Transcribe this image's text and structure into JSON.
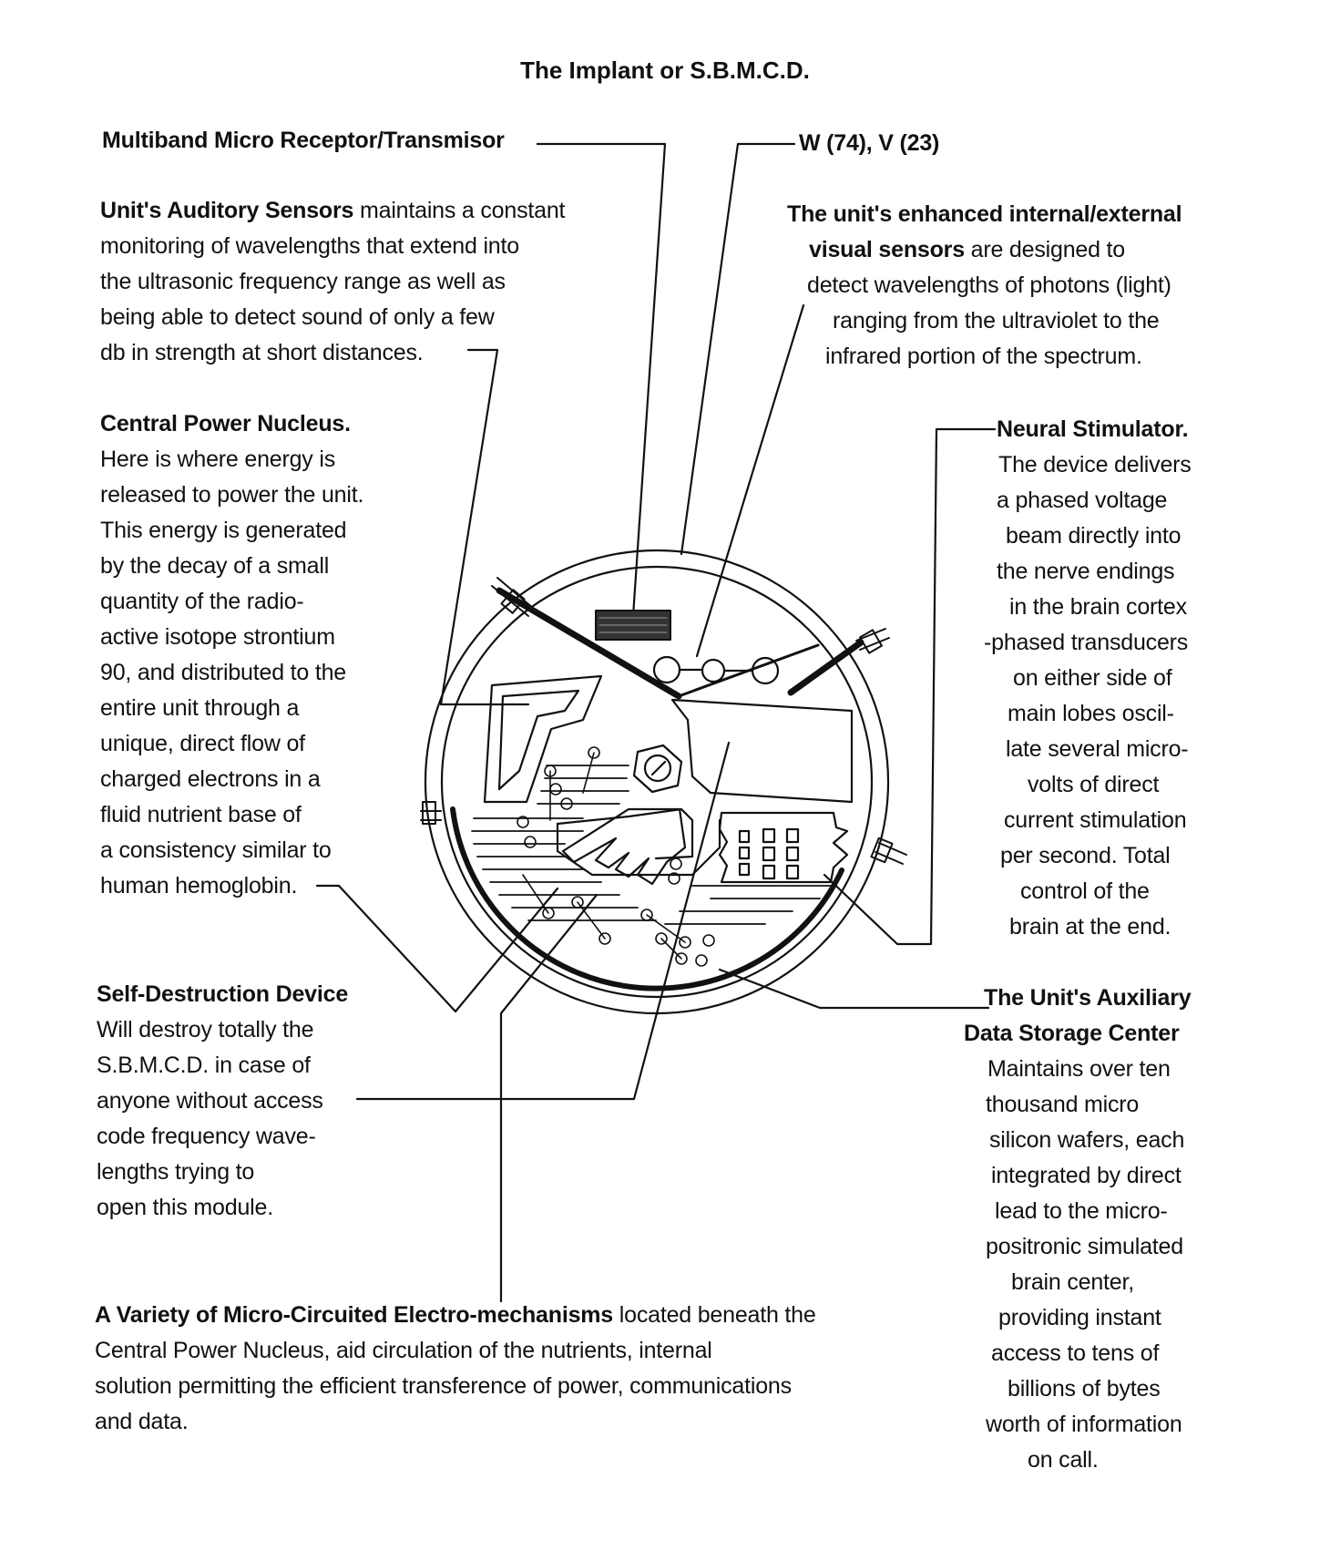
{
  "title": "The Implant or S.B.M.C.D.",
  "labels": {
    "receptor": {
      "title": "Multiband Micro Receptor/Transmisor"
    },
    "wv": {
      "title": "W (74), V (23)"
    },
    "auditory": {
      "title": "Unit's Auditory Sensors",
      "lines": [
        " maintains a constant",
        "monitoring of wavelengths that extend into",
        "the ultrasonic frequency range as well as",
        "being able to detect sound of only a few",
        "db in strength at short distances."
      ]
    },
    "visual": {
      "title_pre": "The unit's enhanced ",
      "title": "internal/external",
      "title2": "visual sensors",
      "lines": [
        " are designed to",
        "detect wavelengths of photons (light)",
        "ranging from the ultraviolet to the",
        "infrared portion of the spectrum."
      ]
    },
    "power": {
      "title": "Central Power Nucleus.",
      "lines": [
        "Here is where energy is",
        "released to power the unit.",
        "This energy is generated",
        "by the decay of a small",
        "quantity of the radio-",
        "active isotope strontium",
        "90, and distributed to the",
        "entire unit through a",
        "unique, direct flow of",
        "charged electrons in a",
        "fluid nutrient base of",
        "a consistency similar to",
        "human hemoglobin."
      ]
    },
    "neural": {
      "title": "Neural Stimulator.",
      "lines": [
        "The device delivers",
        "a phased voltage",
        "beam directly into",
        "the nerve endings",
        "in the brain cortex",
        "-phased transducers",
        "on either side of",
        "main lobes oscil-",
        "late several micro-",
        "volts of direct",
        "current stimulation",
        "per second.  Total",
        "control of the",
        "brain at the end."
      ]
    },
    "destruct": {
      "title": "Self-Destruction Device",
      "lines": [
        "Will destroy totally the",
        "S.B.M.C.D. in case of",
        "anyone without access",
        "code frequency wave-",
        "lengths trying to",
        "open this module."
      ]
    },
    "storage": {
      "title1": "The Unit's Auxiliary",
      "title2": "Data Storage Center",
      "lines": [
        "Maintains over ten",
        "thousand micro",
        "silicon wafers, each",
        "integrated by direct",
        "lead to the micro-",
        "positronic simulated",
        "brain center,",
        "providing instant",
        "access to tens of",
        "billions of bytes",
        "worth of information",
        "on call."
      ]
    },
    "mechanisms": {
      "title": "A Variety of Micro-Circuited Electro-mechanisms",
      "lines": [
        " located beneath the",
        "Central Power Nucleus, aid circulation of the nutrients, internal",
        "solution permitting the efficient transference of power, communications",
        "and data."
      ]
    }
  }
}
